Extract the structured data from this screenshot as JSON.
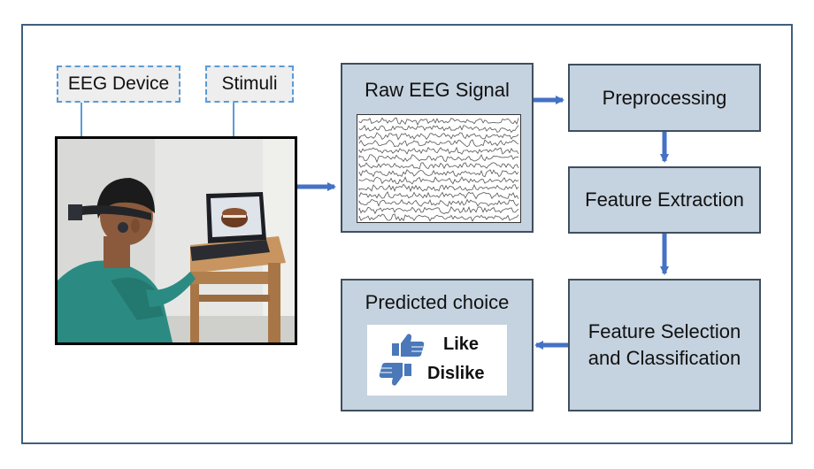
{
  "labels": {
    "eeg_device": "EEG Device",
    "stimuli": "Stimuli",
    "raw_eeg_signal": "Raw EEG Signal",
    "preprocessing": "Preprocessing",
    "feature_extraction": "Feature Extraction",
    "feature_selection_line1": "Feature Selection",
    "feature_selection_line2": "and Classification",
    "predicted_choice": "Predicted choice",
    "like": "Like",
    "dislike": "Dislike"
  },
  "colors": {
    "arrow": "#4472c4",
    "box_fill": "#c5d2df",
    "box_border": "#3f4f5e",
    "frame_border": "#3e5f7e",
    "dashed_border": "#5b9bd5",
    "thumb": "#4a78b8"
  },
  "icons": {
    "like": "thumbs-up-icon",
    "dislike": "thumbs-down-icon"
  }
}
